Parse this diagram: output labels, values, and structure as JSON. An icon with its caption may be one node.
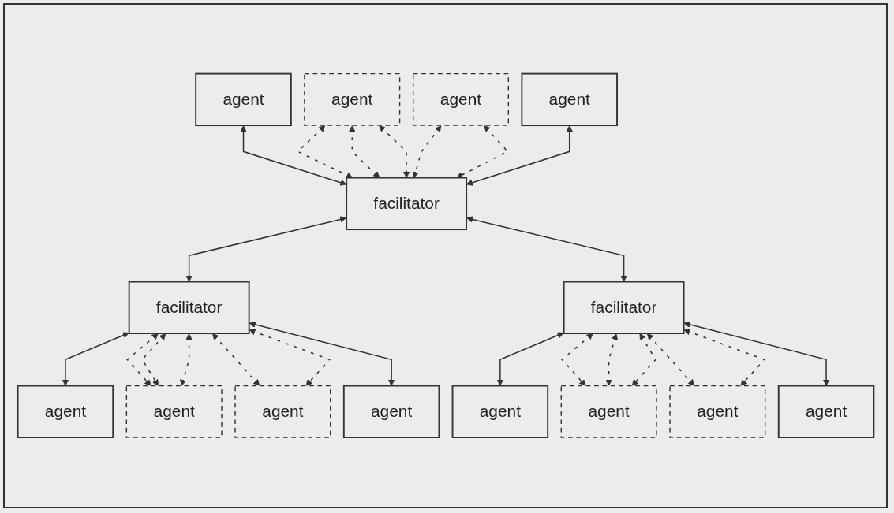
{
  "diagram": {
    "nodes": [
      {
        "text": [
          "agent"
        ]
      },
      {
        "text": [
          "agent"
        ]
      },
      {
        "text": [
          "agent"
        ]
      },
      {
        "text": [
          "agent"
        ]
      },
      {
        "text": [
          "facilitator"
        ]
      },
      {
        "text": [
          "facilitator"
        ]
      },
      {
        "text": [
          "facilitator"
        ]
      },
      {
        "text": [
          "agent"
        ]
      },
      {
        "text": [
          "agent"
        ]
      },
      {
        "text": [
          "agent"
        ]
      },
      {
        "text": [
          "agent"
        ]
      },
      {
        "text": [
          "agent"
        ]
      },
      {
        "text": [
          "agent"
        ]
      },
      {
        "text": [
          "agent"
        ]
      },
      {
        "text": [
          "agent"
        ]
      }
    ],
    "edges": [
      {
        "from": 0,
        "to": 4,
        "arrow": "both"
      },
      {
        "from": 1,
        "to": 4,
        "arrow": "both",
        "style": "dashed"
      },
      {
        "from": 1,
        "to": 4,
        "arrow": "both",
        "style": "dashed"
      },
      {
        "from": 1,
        "to": 4,
        "arrow": "both",
        "style": "dashed"
      },
      {
        "from": 2,
        "to": 4,
        "arrow": "both",
        "style": "dashed"
      },
      {
        "from": 2,
        "to": 4,
        "arrow": "both",
        "style": "dashed"
      },
      {
        "from": 3,
        "to": 4,
        "arrow": "both"
      },
      {
        "from": 4,
        "to": 5,
        "arrow": "both"
      },
      {
        "from": 4,
        "to": 6,
        "arrow": "both"
      },
      {
        "from": 5,
        "to": 7,
        "arrow": "both"
      },
      {
        "from": 5,
        "to": 8,
        "arrow": "both",
        "style": "dashed"
      },
      {
        "from": 5,
        "to": 8,
        "arrow": "both",
        "style": "dashed"
      },
      {
        "from": 5,
        "to": 8,
        "arrow": "both",
        "style": "dashed"
      },
      {
        "from": 5,
        "to": 9,
        "arrow": "both",
        "style": "dashed"
      },
      {
        "from": 5,
        "to": 9,
        "arrow": "both",
        "style": "dashed"
      },
      {
        "from": 5,
        "to": 10,
        "arrow": "both"
      },
      {
        "from": 6,
        "to": 11,
        "arrow": "both"
      },
      {
        "from": 6,
        "to": 12,
        "arrow": "both",
        "style": "dashed"
      },
      {
        "from": 6,
        "to": 12,
        "arrow": "both",
        "style": "dashed"
      },
      {
        "from": 6,
        "to": 12,
        "arrow": "both",
        "style": "dashed"
      },
      {
        "from": 6,
        "to": 13,
        "arrow": "both",
        "style": "dashed"
      },
      {
        "from": 6,
        "to": 13,
        "arrow": "both",
        "style": "dashed"
      },
      {
        "from": 6,
        "to": 14,
        "arrow": "both"
      }
    ]
  }
}
